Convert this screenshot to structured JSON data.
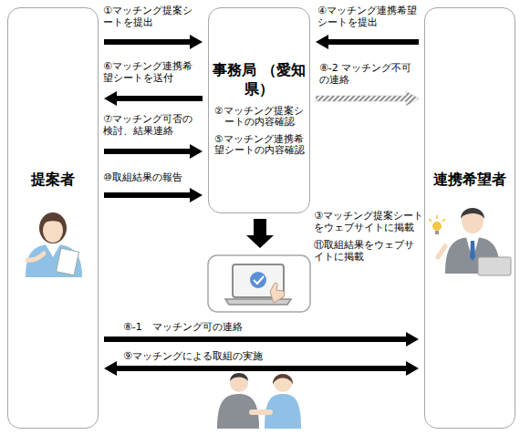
{
  "diagram": {
    "nodes": [
      {
        "text": [
          "提案者"
        ]
      },
      {
        "text": [
          "事務局 （愛知県）",
          "②マッチング提案シートの内容確認",
          "⑤マッチング連携希望シートの内容確認"
        ]
      },
      {
        "text": [
          "連携希望者"
        ]
      }
    ],
    "edges": [
      {
        "from": 0,
        "to": 1,
        "arrow": "to",
        "label": "①マッチング提案シートを提出"
      },
      {
        "from": 1,
        "to": 0,
        "arrow": "to",
        "label": "⑥マッチング連携希望シートを送付"
      },
      {
        "from": 0,
        "to": 1,
        "arrow": "to",
        "label": "⑦マッチング可否の検討、結果連絡"
      },
      {
        "from": 0,
        "to": 1,
        "arrow": "to",
        "label": "⑩取組結果の報告"
      },
      {
        "from": 2,
        "to": 1,
        "arrow": "to",
        "label": "④マッチング連携希望シートを提出"
      },
      {
        "from": 1,
        "to": 2,
        "arrow": "to",
        "label": "⑧-2 マッチング不可の連絡"
      },
      {
        "from": 0,
        "to": 2,
        "arrow": "to",
        "label": "⑧-1　マッチング可の連絡"
      },
      {
        "from": 0,
        "to": 2,
        "arrow": "both",
        "label": "⑨マッチングによる取組の実施"
      }
    ],
    "labels": [
      "③マッチング提案シートをウェブサイトに掲載",
      "⑪取組結果をウェブサイトに掲載"
    ]
  }
}
